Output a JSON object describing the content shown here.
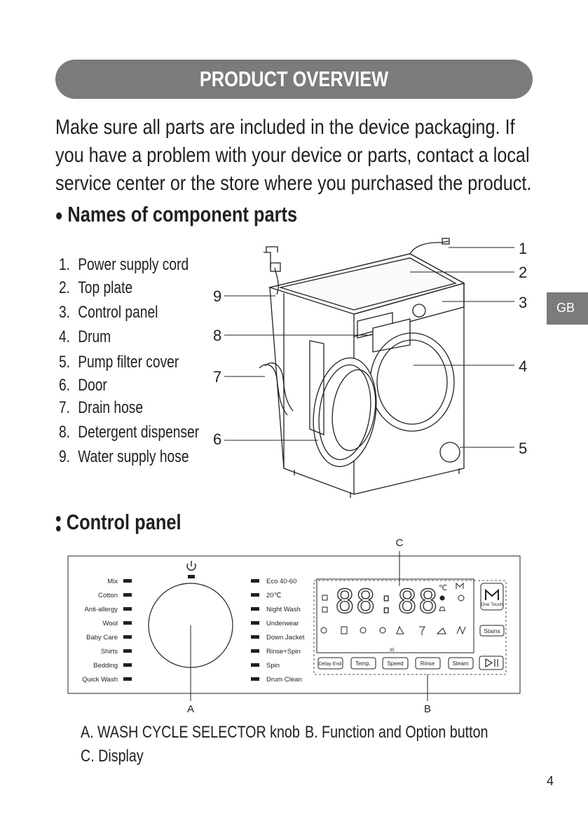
{
  "banner": {
    "title": "PRODUCT OVERVIEW"
  },
  "intro": {
    "lines": [
      "Make sure all parts are included in the device packaging. If",
      "you have a problem with your device or parts, contact a local",
      "service center or the store where you purchased the product."
    ]
  },
  "components": {
    "heading": "Names of component parts",
    "items": [
      {
        "num": "1.",
        "label": "Power supply cord"
      },
      {
        "num": "2.",
        "label": "Top plate"
      },
      {
        "num": "3.",
        "label": "Control panel"
      },
      {
        "num": "4.",
        "label": "Drum"
      },
      {
        "num": "5.",
        "label": "Pump filter cover"
      },
      {
        "num": "6.",
        "label": "Door"
      },
      {
        "num": "7.",
        "label": "Drain hose"
      },
      {
        "num": "8.",
        "label": "Detergent dispenser"
      },
      {
        "num": "9.",
        "label": "Water supply hose"
      }
    ],
    "callouts": [
      "1",
      "2",
      "3",
      "4",
      "5",
      "6",
      "7",
      "8",
      "9"
    ]
  },
  "side_tab": "GB",
  "control_panel": {
    "heading": "Control panel",
    "left_programs": [
      "Mix",
      "Cotton",
      "Anti-allergy",
      "Wool",
      "Baby Care",
      "Shirts",
      "Bedding",
      "Quick Wash"
    ],
    "right_programs": [
      "Eco 40-60",
      "20℃",
      "Night Wash",
      "Underwear",
      "Down Jacket",
      "Rinse+Spin",
      "Spin",
      "Drum Clean"
    ],
    "display_digits": "88:88",
    "display_unit": "℃",
    "buttons": [
      "Delay End",
      "Temp.",
      "Speed",
      "Rinse",
      "Steam"
    ],
    "one_touch_label": "One Touch",
    "stains_label": "Stains",
    "small_label": "35",
    "callout_a": "A",
    "callout_b": "B",
    "callout_c": "C"
  },
  "legend": {
    "a": "A.  WASH CYCLE SELECTOR knob",
    "b": "B. Function and Option button",
    "c": "C. Display"
  },
  "page_number": "4"
}
